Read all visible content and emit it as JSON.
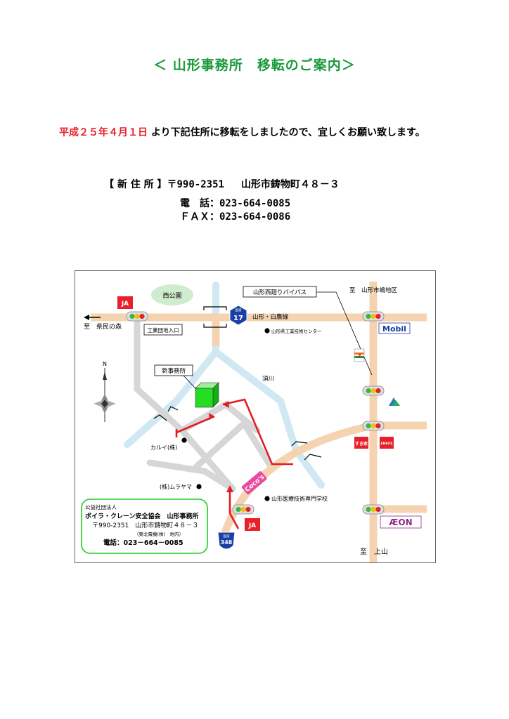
{
  "title": "＜ 山形事務所　移転のご案内＞",
  "intro": {
    "date": "平成２５年４月１日",
    "text": "より下記住所に移転をしましたので、宜しくお願い致します。"
  },
  "address": {
    "label": "【 新 住 所 】",
    "postal": "〒990-2351",
    "location": "山形市鋳物町４８－３"
  },
  "phone": {
    "label": "電　話：",
    "number": "023-664-0085"
  },
  "fax": {
    "label": "ＦＡＸ：",
    "number": "023-664-0086"
  },
  "map": {
    "park": "西公園",
    "bypass": "山形西廻りバイパス",
    "to_northeast": "至　山形市嶋地区",
    "to_forest": "至　県民の森",
    "route17_small": "国道",
    "route17": "17",
    "road_name": "山形・白鷹線",
    "industrial_entry": "工業団地入口",
    "industrial_center": "山形県工業技術センター",
    "north": "N",
    "new_office": "新事務所",
    "river": "須川",
    "karui": "カルイ(株)",
    "murayama": "(株)ムラヤマ",
    "medical_school": "山形医療技術専門学校",
    "to_kaminoyama": "至　上山",
    "route348_small": "国道",
    "route348": "348",
    "mobil": "Mobil",
    "cocos": "Coco's",
    "aeon": "ÆON",
    "sukiya": "すき家",
    "eneos": "ENEOS",
    "ja": "JA",
    "footnote": {
      "org_type": "公益社団法人",
      "org": "ボイラ・クレーン安全協会　山形事務所",
      "address": "〒990-2351　山形市鋳物町４８－３",
      "note": "（東北電機(株)　地内）",
      "phone": "電話：023－664－0085"
    }
  },
  "colors": {
    "title": "#1a9a3a",
    "date": "#e8202a",
    "road": "#f6d3b0",
    "side_road": "#d6d6d6",
    "river": "#cfe8f2",
    "route": "#e11d23",
    "office": "#22dd22"
  }
}
